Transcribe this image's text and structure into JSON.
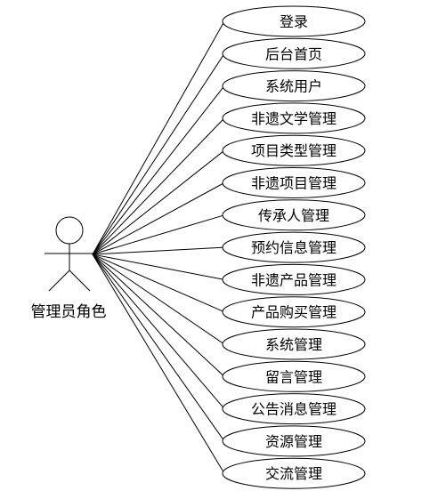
{
  "actor": {
    "label": "管理员角色"
  },
  "use_cases": [
    {
      "label": "登录"
    },
    {
      "label": "后台首页"
    },
    {
      "label": "系统用户"
    },
    {
      "label": "非遗文学管理"
    },
    {
      "label": "项目类型管理"
    },
    {
      "label": "非遗项目管理"
    },
    {
      "label": "传承人管理"
    },
    {
      "label": "预约信息管理"
    },
    {
      "label": "非遗产品管理"
    },
    {
      "label": "产品购买管理"
    },
    {
      "label": "系统管理"
    },
    {
      "label": "留言管理"
    },
    {
      "label": "公告消息管理"
    },
    {
      "label": "资源管理"
    },
    {
      "label": "交流管理"
    }
  ]
}
